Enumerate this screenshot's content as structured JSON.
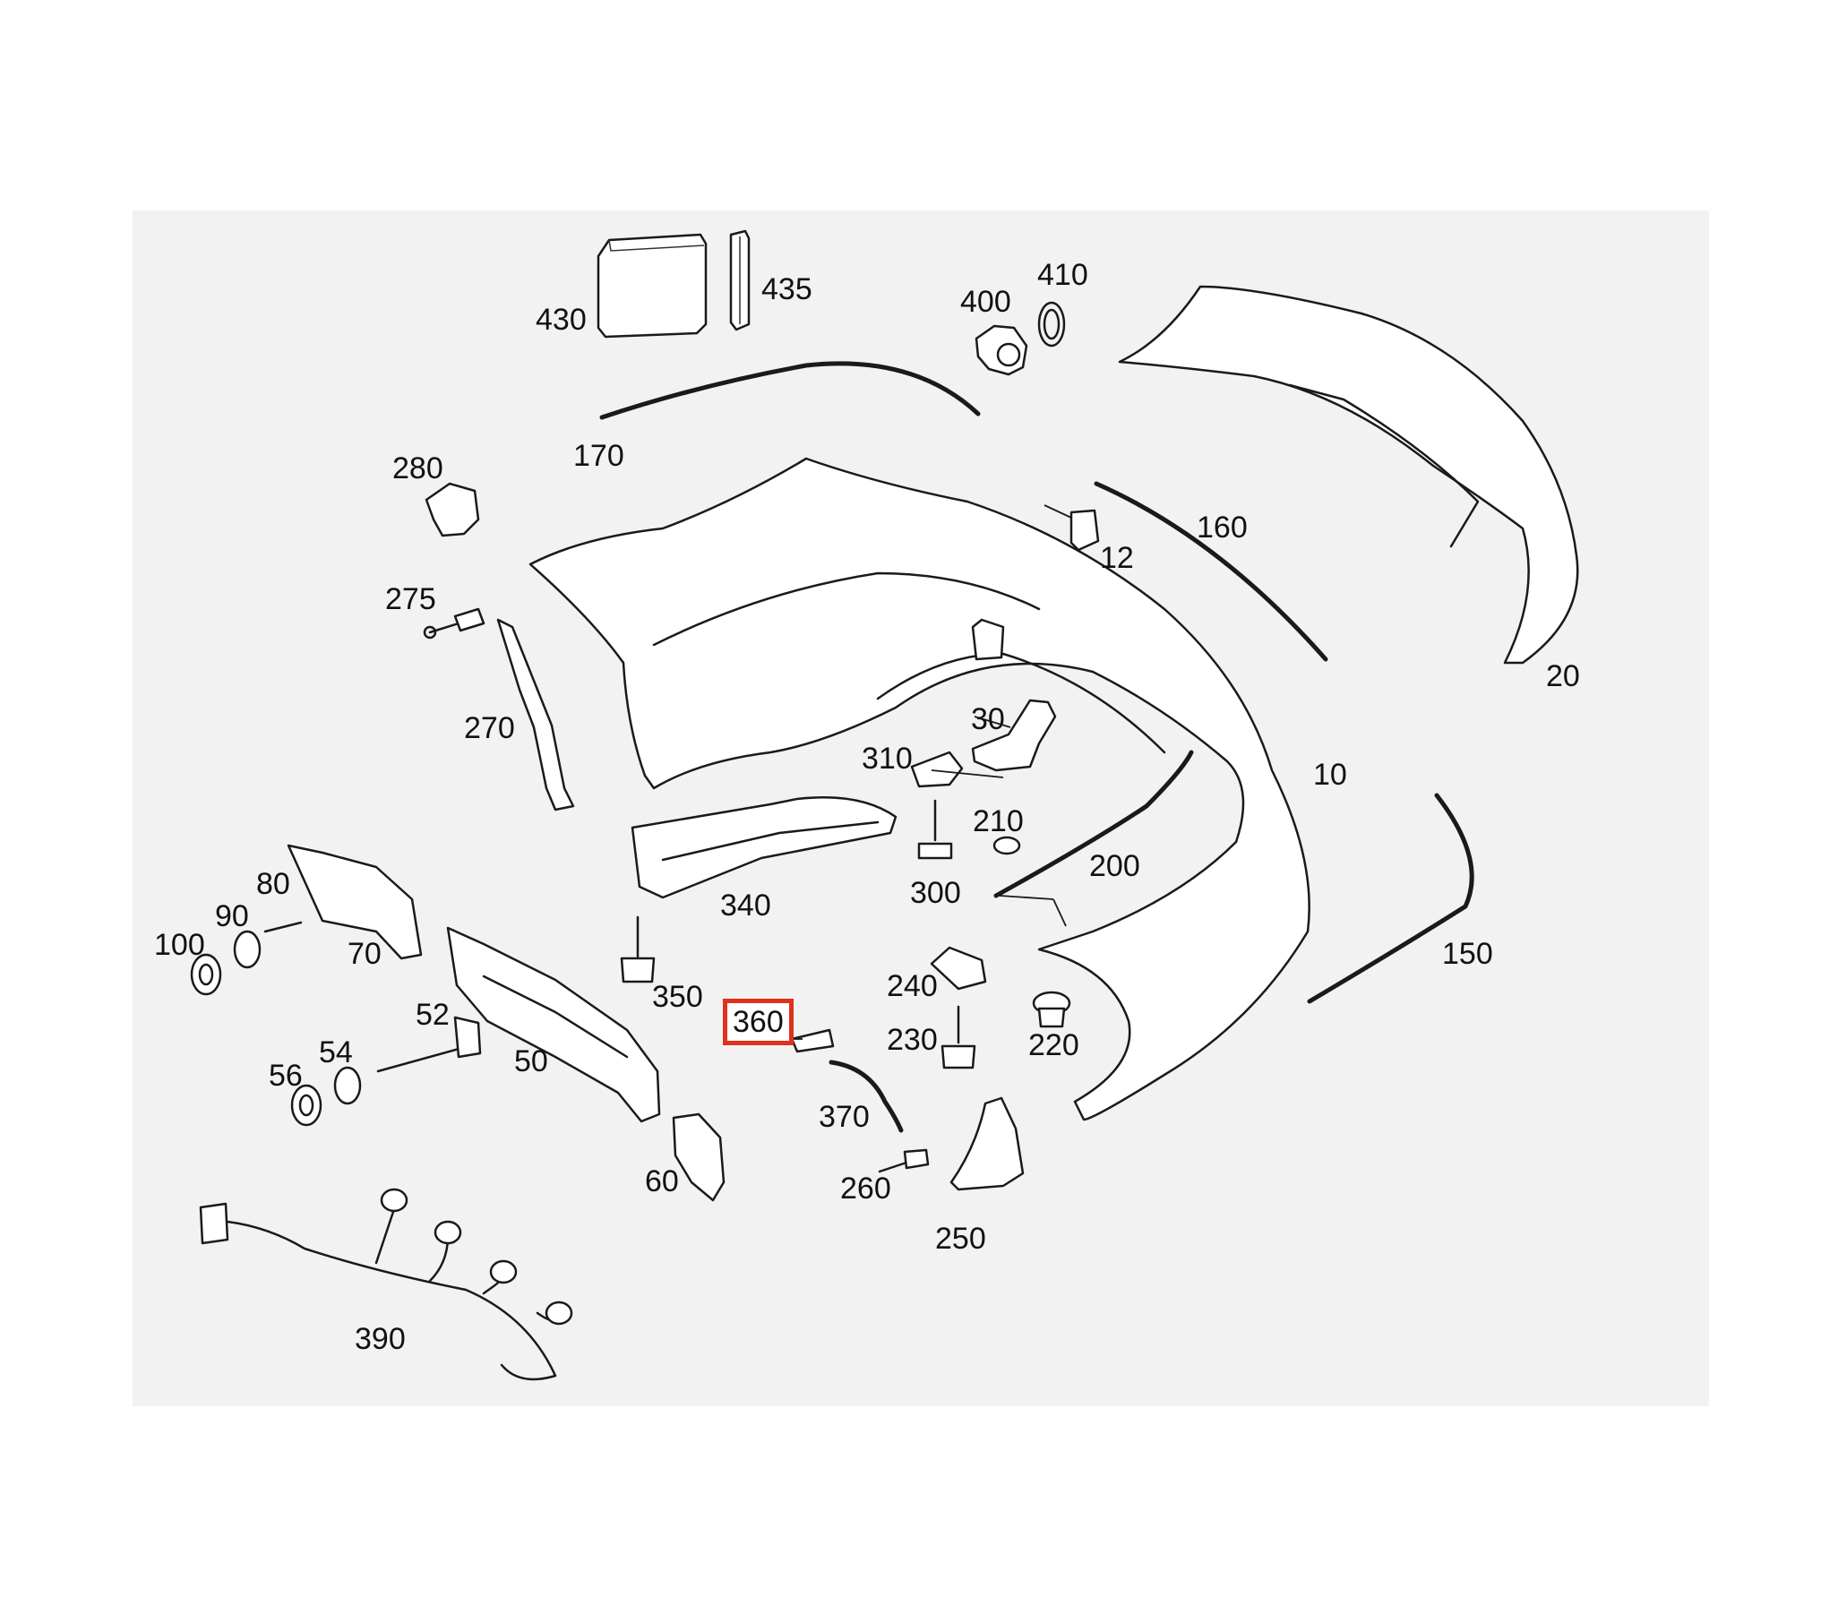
{
  "diagram": {
    "highlight_color": "#e0301e",
    "highlighted_part": "360",
    "callouts": [
      {
        "id": "430",
        "text": "430"
      },
      {
        "id": "435",
        "text": "435"
      },
      {
        "id": "400",
        "text": "400"
      },
      {
        "id": "410",
        "text": "410"
      },
      {
        "id": "170",
        "text": "170"
      },
      {
        "id": "280",
        "text": "280"
      },
      {
        "id": "12",
        "text": "12"
      },
      {
        "id": "160",
        "text": "160"
      },
      {
        "id": "20",
        "text": "20"
      },
      {
        "id": "275",
        "text": "275"
      },
      {
        "id": "270",
        "text": "270"
      },
      {
        "id": "30",
        "text": "30"
      },
      {
        "id": "310",
        "text": "310"
      },
      {
        "id": "10",
        "text": "10"
      },
      {
        "id": "210",
        "text": "210"
      },
      {
        "id": "200",
        "text": "200"
      },
      {
        "id": "300",
        "text": "300"
      },
      {
        "id": "340",
        "text": "340"
      },
      {
        "id": "80",
        "text": "80"
      },
      {
        "id": "90",
        "text": "90"
      },
      {
        "id": "100",
        "text": "100"
      },
      {
        "id": "70",
        "text": "70"
      },
      {
        "id": "350",
        "text": "350"
      },
      {
        "id": "240",
        "text": "240"
      },
      {
        "id": "150",
        "text": "150"
      },
      {
        "id": "52",
        "text": "52"
      },
      {
        "id": "360",
        "text": "360"
      },
      {
        "id": "230",
        "text": "230"
      },
      {
        "id": "220",
        "text": "220"
      },
      {
        "id": "54",
        "text": "54"
      },
      {
        "id": "50",
        "text": "50"
      },
      {
        "id": "56",
        "text": "56"
      },
      {
        "id": "370",
        "text": "370"
      },
      {
        "id": "260",
        "text": "260"
      },
      {
        "id": "60",
        "text": "60"
      },
      {
        "id": "250",
        "text": "250"
      },
      {
        "id": "390",
        "text": "390"
      }
    ]
  }
}
